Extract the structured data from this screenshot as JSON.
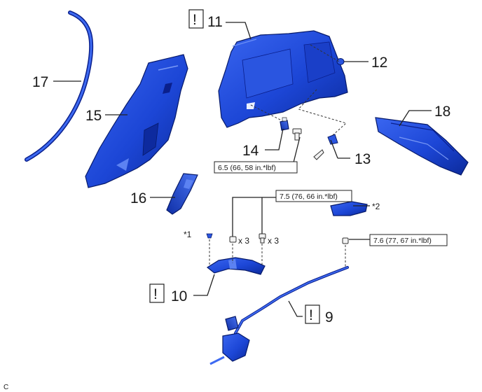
{
  "colors": {
    "part_fill": "#1f4fe0",
    "part_dark": "#0a1f8c",
    "part_light": "#5c82f2",
    "line": "#222222"
  },
  "callouts": {
    "c9": "9",
    "c10": "10",
    "c11": "11",
    "c12": "12",
    "c13": "13",
    "c14": "14",
    "c15": "15",
    "c16": "16",
    "c17": "17",
    "c18": "18"
  },
  "caution_mark": "!",
  "markers": {
    "m1": "*1",
    "m2": "*2"
  },
  "quantity": {
    "q1": "x 3",
    "q2": "x 3"
  },
  "torque": {
    "t1": "6.5 (66, 58 in.*lbf)",
    "t2": "7.5 (76, 66 in.*lbf)",
    "t3": "7.6 (77, 67 in.*lbf)"
  },
  "corner_code": "C"
}
